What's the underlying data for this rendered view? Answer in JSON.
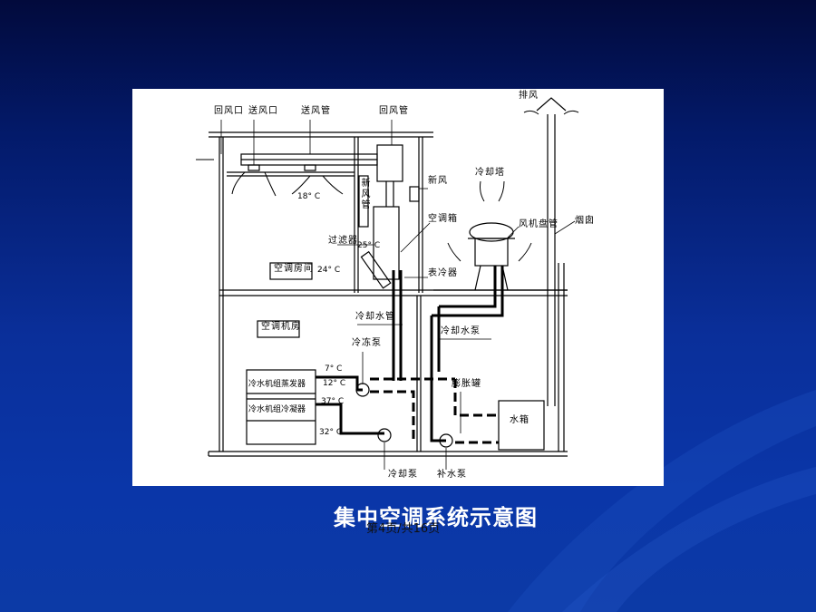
{
  "slide": {
    "title": "集中空调系统示意图",
    "pager": "第4页/共16页"
  },
  "diagram": {
    "labels": {
      "l_top1": "回风口",
      "l_top2": "送风口",
      "l_top3": "送风管",
      "l_top4": "回风管",
      "l_exhaust": "排风",
      "l_fresh": "新风",
      "l_tower": "冷却塔",
      "l_vertical": "新风管",
      "l_ahu": "空调箱",
      "l_fan": "风机盘管",
      "l_filter": "过滤器",
      "l_coil": "表冷器",
      "l_room1": "空调房间",
      "l_pipe": "冷却水管",
      "l_room2": "空调机房",
      "l_pump1": "冷冻泵",
      "l_chiller1": "冷水机组蒸发器",
      "l_chiller2": "冷水机组冷凝器",
      "l_valve": "膨胀罐",
      "l_tank": "水箱",
      "l_pump2": "冷却泵",
      "l_pump3": "补水泵",
      "l_chimney": "烟囱",
      "l_cwp": "冷却水泵"
    },
    "temps": {
      "t18": "18° C",
      "t25": "25° C",
      "t24": "24° C",
      "t7": "7° C",
      "t12": "12° C",
      "t37": "37° C",
      "t32": "32° C"
    }
  }
}
